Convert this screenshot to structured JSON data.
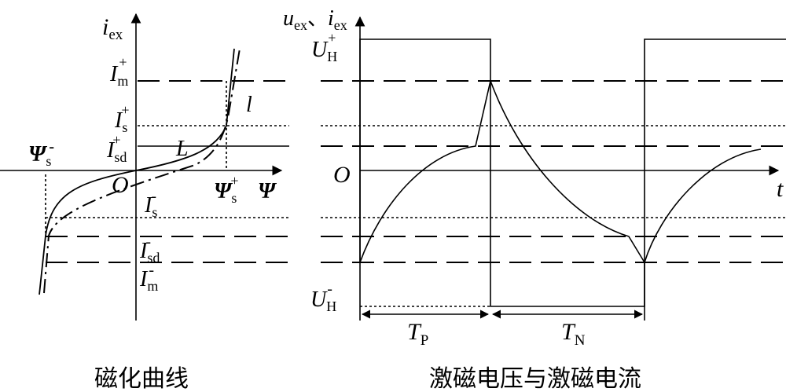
{
  "left_panel": {
    "caption": "磁化曲线",
    "y_axis_label": {
      "main": "i",
      "sub": "ex"
    },
    "x_axis_label": "Ψ",
    "origin_label": "O",
    "curve_label_L": "L",
    "curve_label_l": "l",
    "im_plus": {
      "main": "I",
      "sub": "m",
      "sup": "+"
    },
    "is_plus": {
      "main": "I",
      "sub": "s",
      "sup": "+"
    },
    "isd_plus": {
      "main": "I",
      "sub": "sd",
      "sup": "+"
    },
    "is_minus": {
      "main": "I",
      "sub": "s",
      "sup": "-"
    },
    "isd_minus": {
      "main": "I",
      "sub": "sd",
      "sup": "-"
    },
    "im_minus": {
      "main": "I",
      "sub": "m",
      "sup": "-"
    },
    "psi_s_minus": {
      "main": "Ψ",
      "sub": "s",
      "sup": "-"
    },
    "psi_s_plus": {
      "main": "Ψ",
      "sub": "s",
      "sup": "+"
    }
  },
  "right_panel": {
    "caption": "激磁电压与激磁电流",
    "y_axis_label": {
      "u": "u",
      "u_sub": "ex",
      "sep": "、",
      "i": "i",
      "i_sub": "ex"
    },
    "x_axis_label": "t",
    "origin_label": "O",
    "uh_plus": {
      "main": "U",
      "sub": "H",
      "sup": "+"
    },
    "uh_minus": {
      "main": "U",
      "sub": "H",
      "sup": "-"
    },
    "tp": {
      "main": "T",
      "sub": "P"
    },
    "tn": {
      "main": "T",
      "sub": "N"
    }
  },
  "colors": {
    "line": "#000000",
    "background": "#ffffff"
  }
}
